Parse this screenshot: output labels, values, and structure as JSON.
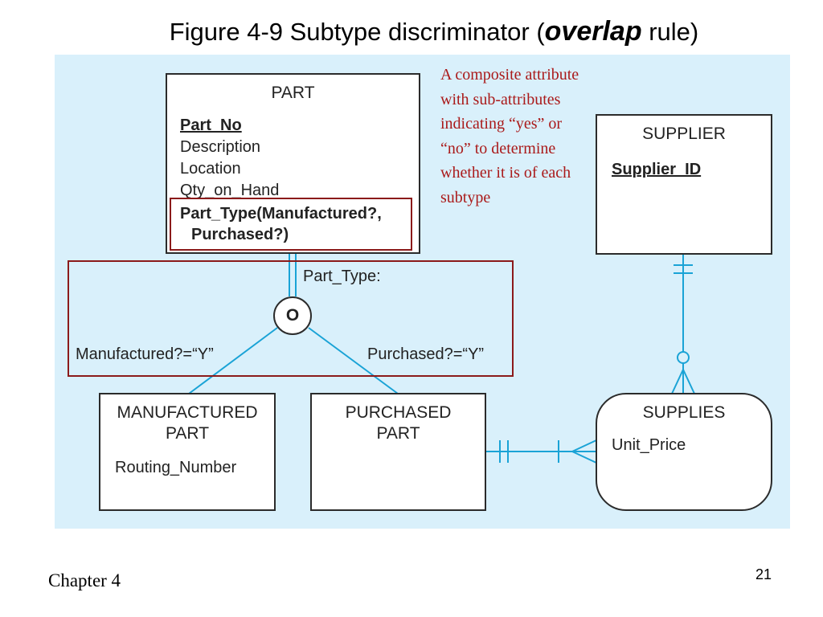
{
  "slide": {
    "title_prefix": "Figure 4-9 Subtype discriminator (",
    "title_emphasis": "overlap",
    "title_suffix": " rule)",
    "chapter": "Chapter 4",
    "page_number": "21"
  },
  "entities": {
    "part": {
      "name": "PART",
      "identifier": "Part_No",
      "attributes": [
        "Description",
        "Location",
        "Qty_on_Hand"
      ],
      "composite_line1": "Part_Type(Manufactured?,",
      "composite_line2": "Purchased?)"
    },
    "supplier": {
      "name": "SUPPLIER",
      "identifier": "Supplier_ID"
    },
    "manufactured_part": {
      "name": "MANUFACTURED\nPART",
      "attribute": "Routing_Number"
    },
    "purchased_part": {
      "name": "PURCHASED\nPART"
    },
    "supplies": {
      "name": "SUPPLIES",
      "attribute": "Unit_Price"
    }
  },
  "discriminator": {
    "label": "Part_Type:",
    "symbol": "O",
    "left_condition": "Manufactured?=“Y”",
    "right_condition": "Purchased?=“Y”"
  },
  "annotation": "A composite attribute with sub-attributes indicating “yes” or “no” to determine whether it is of each subtype",
  "colors": {
    "background_panel": "#d9f0fb",
    "line": "#1aa3d6",
    "highlight": "#8b1a1a",
    "note_text": "#aa1a1a"
  }
}
